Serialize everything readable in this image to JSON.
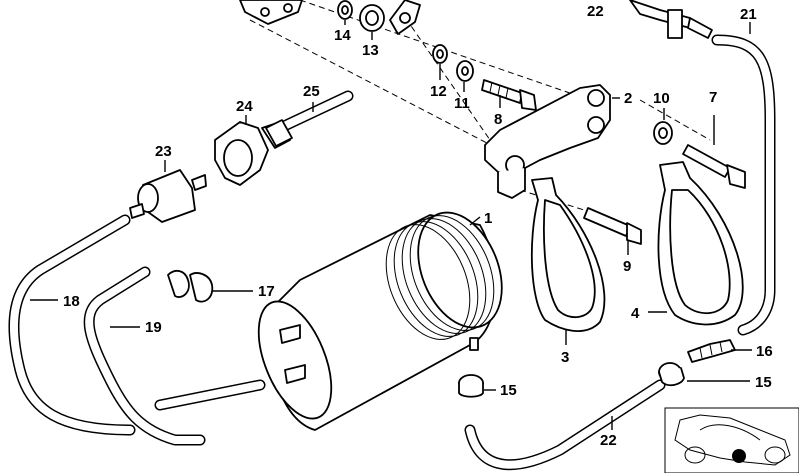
{
  "diagram": {
    "part_labels": [
      {
        "id": "p1",
        "text": "1"
      },
      {
        "id": "p2",
        "text": "2"
      },
      {
        "id": "p3",
        "text": "3"
      },
      {
        "id": "p4",
        "text": "4"
      },
      {
        "id": "p7",
        "text": "7"
      },
      {
        "id": "p8",
        "text": "8"
      },
      {
        "id": "p9",
        "text": "9"
      },
      {
        "id": "p10",
        "text": "10"
      },
      {
        "id": "p11",
        "text": "11"
      },
      {
        "id": "p12",
        "text": "12"
      },
      {
        "id": "p13",
        "text": "13"
      },
      {
        "id": "p14",
        "text": "14"
      },
      {
        "id": "p15a",
        "text": "15"
      },
      {
        "id": "p15b",
        "text": "15"
      },
      {
        "id": "p16",
        "text": "16"
      },
      {
        "id": "p17",
        "text": "17"
      },
      {
        "id": "p18",
        "text": "18"
      },
      {
        "id": "p19",
        "text": "19"
      },
      {
        "id": "p21",
        "text": "21"
      },
      {
        "id": "p22a",
        "text": "22"
      },
      {
        "id": "p22b",
        "text": "22"
      },
      {
        "id": "p23",
        "text": "23"
      },
      {
        "id": "p24",
        "text": "24"
      },
      {
        "id": "p25",
        "text": "25"
      }
    ]
  }
}
